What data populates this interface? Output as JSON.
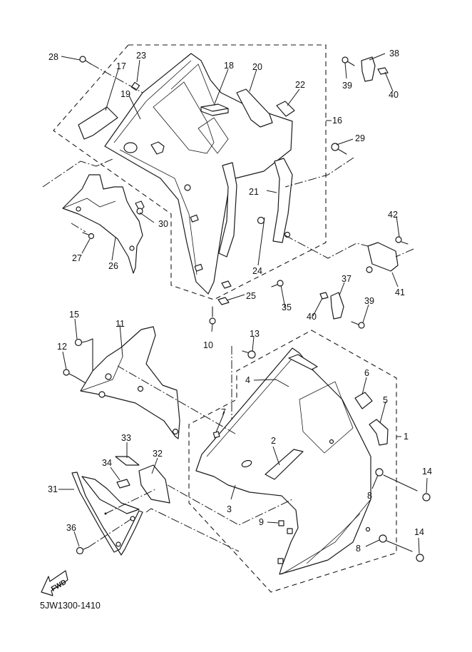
{
  "diagram": {
    "title_code": "5JW1300-1410",
    "direction_indicator": "FWD",
    "callouts": [
      {
        "id": "c1",
        "label": "1"
      },
      {
        "id": "c2",
        "label": "2"
      },
      {
        "id": "c3",
        "label": "3"
      },
      {
        "id": "c4",
        "label": "4"
      },
      {
        "id": "c5",
        "label": "5"
      },
      {
        "id": "c6",
        "label": "6"
      },
      {
        "id": "c7",
        "label": "7"
      },
      {
        "id": "c8a",
        "label": "8"
      },
      {
        "id": "c8b",
        "label": "8"
      },
      {
        "id": "c9",
        "label": "9"
      },
      {
        "id": "c10",
        "label": "10"
      },
      {
        "id": "c11",
        "label": "11"
      },
      {
        "id": "c12",
        "label": "12"
      },
      {
        "id": "c13",
        "label": "13"
      },
      {
        "id": "c14a",
        "label": "14"
      },
      {
        "id": "c14b",
        "label": "14"
      },
      {
        "id": "c15",
        "label": "15"
      },
      {
        "id": "c16",
        "label": "16"
      },
      {
        "id": "c17",
        "label": "17"
      },
      {
        "id": "c18",
        "label": "18"
      },
      {
        "id": "c19",
        "label": "19"
      },
      {
        "id": "c20",
        "label": "20"
      },
      {
        "id": "c21",
        "label": "21"
      },
      {
        "id": "c22",
        "label": "22"
      },
      {
        "id": "c23",
        "label": "23"
      },
      {
        "id": "c24",
        "label": "24"
      },
      {
        "id": "c25",
        "label": "25"
      },
      {
        "id": "c26",
        "label": "26"
      },
      {
        "id": "c27",
        "label": "27"
      },
      {
        "id": "c28",
        "label": "28"
      },
      {
        "id": "c29",
        "label": "29"
      },
      {
        "id": "c30",
        "label": "30"
      },
      {
        "id": "c31",
        "label": "31"
      },
      {
        "id": "c32",
        "label": "32"
      },
      {
        "id": "c33",
        "label": "33"
      },
      {
        "id": "c34",
        "label": "34"
      },
      {
        "id": "c35",
        "label": "35"
      },
      {
        "id": "c36",
        "label": "36"
      },
      {
        "id": "c37",
        "label": "37"
      },
      {
        "id": "c38",
        "label": "38"
      },
      {
        "id": "c39a",
        "label": "39"
      },
      {
        "id": "c39b",
        "label": "39"
      },
      {
        "id": "c40a",
        "label": "40"
      },
      {
        "id": "c40b",
        "label": "40"
      },
      {
        "id": "c41",
        "label": "41"
      },
      {
        "id": "c42",
        "label": "42"
      }
    ]
  }
}
